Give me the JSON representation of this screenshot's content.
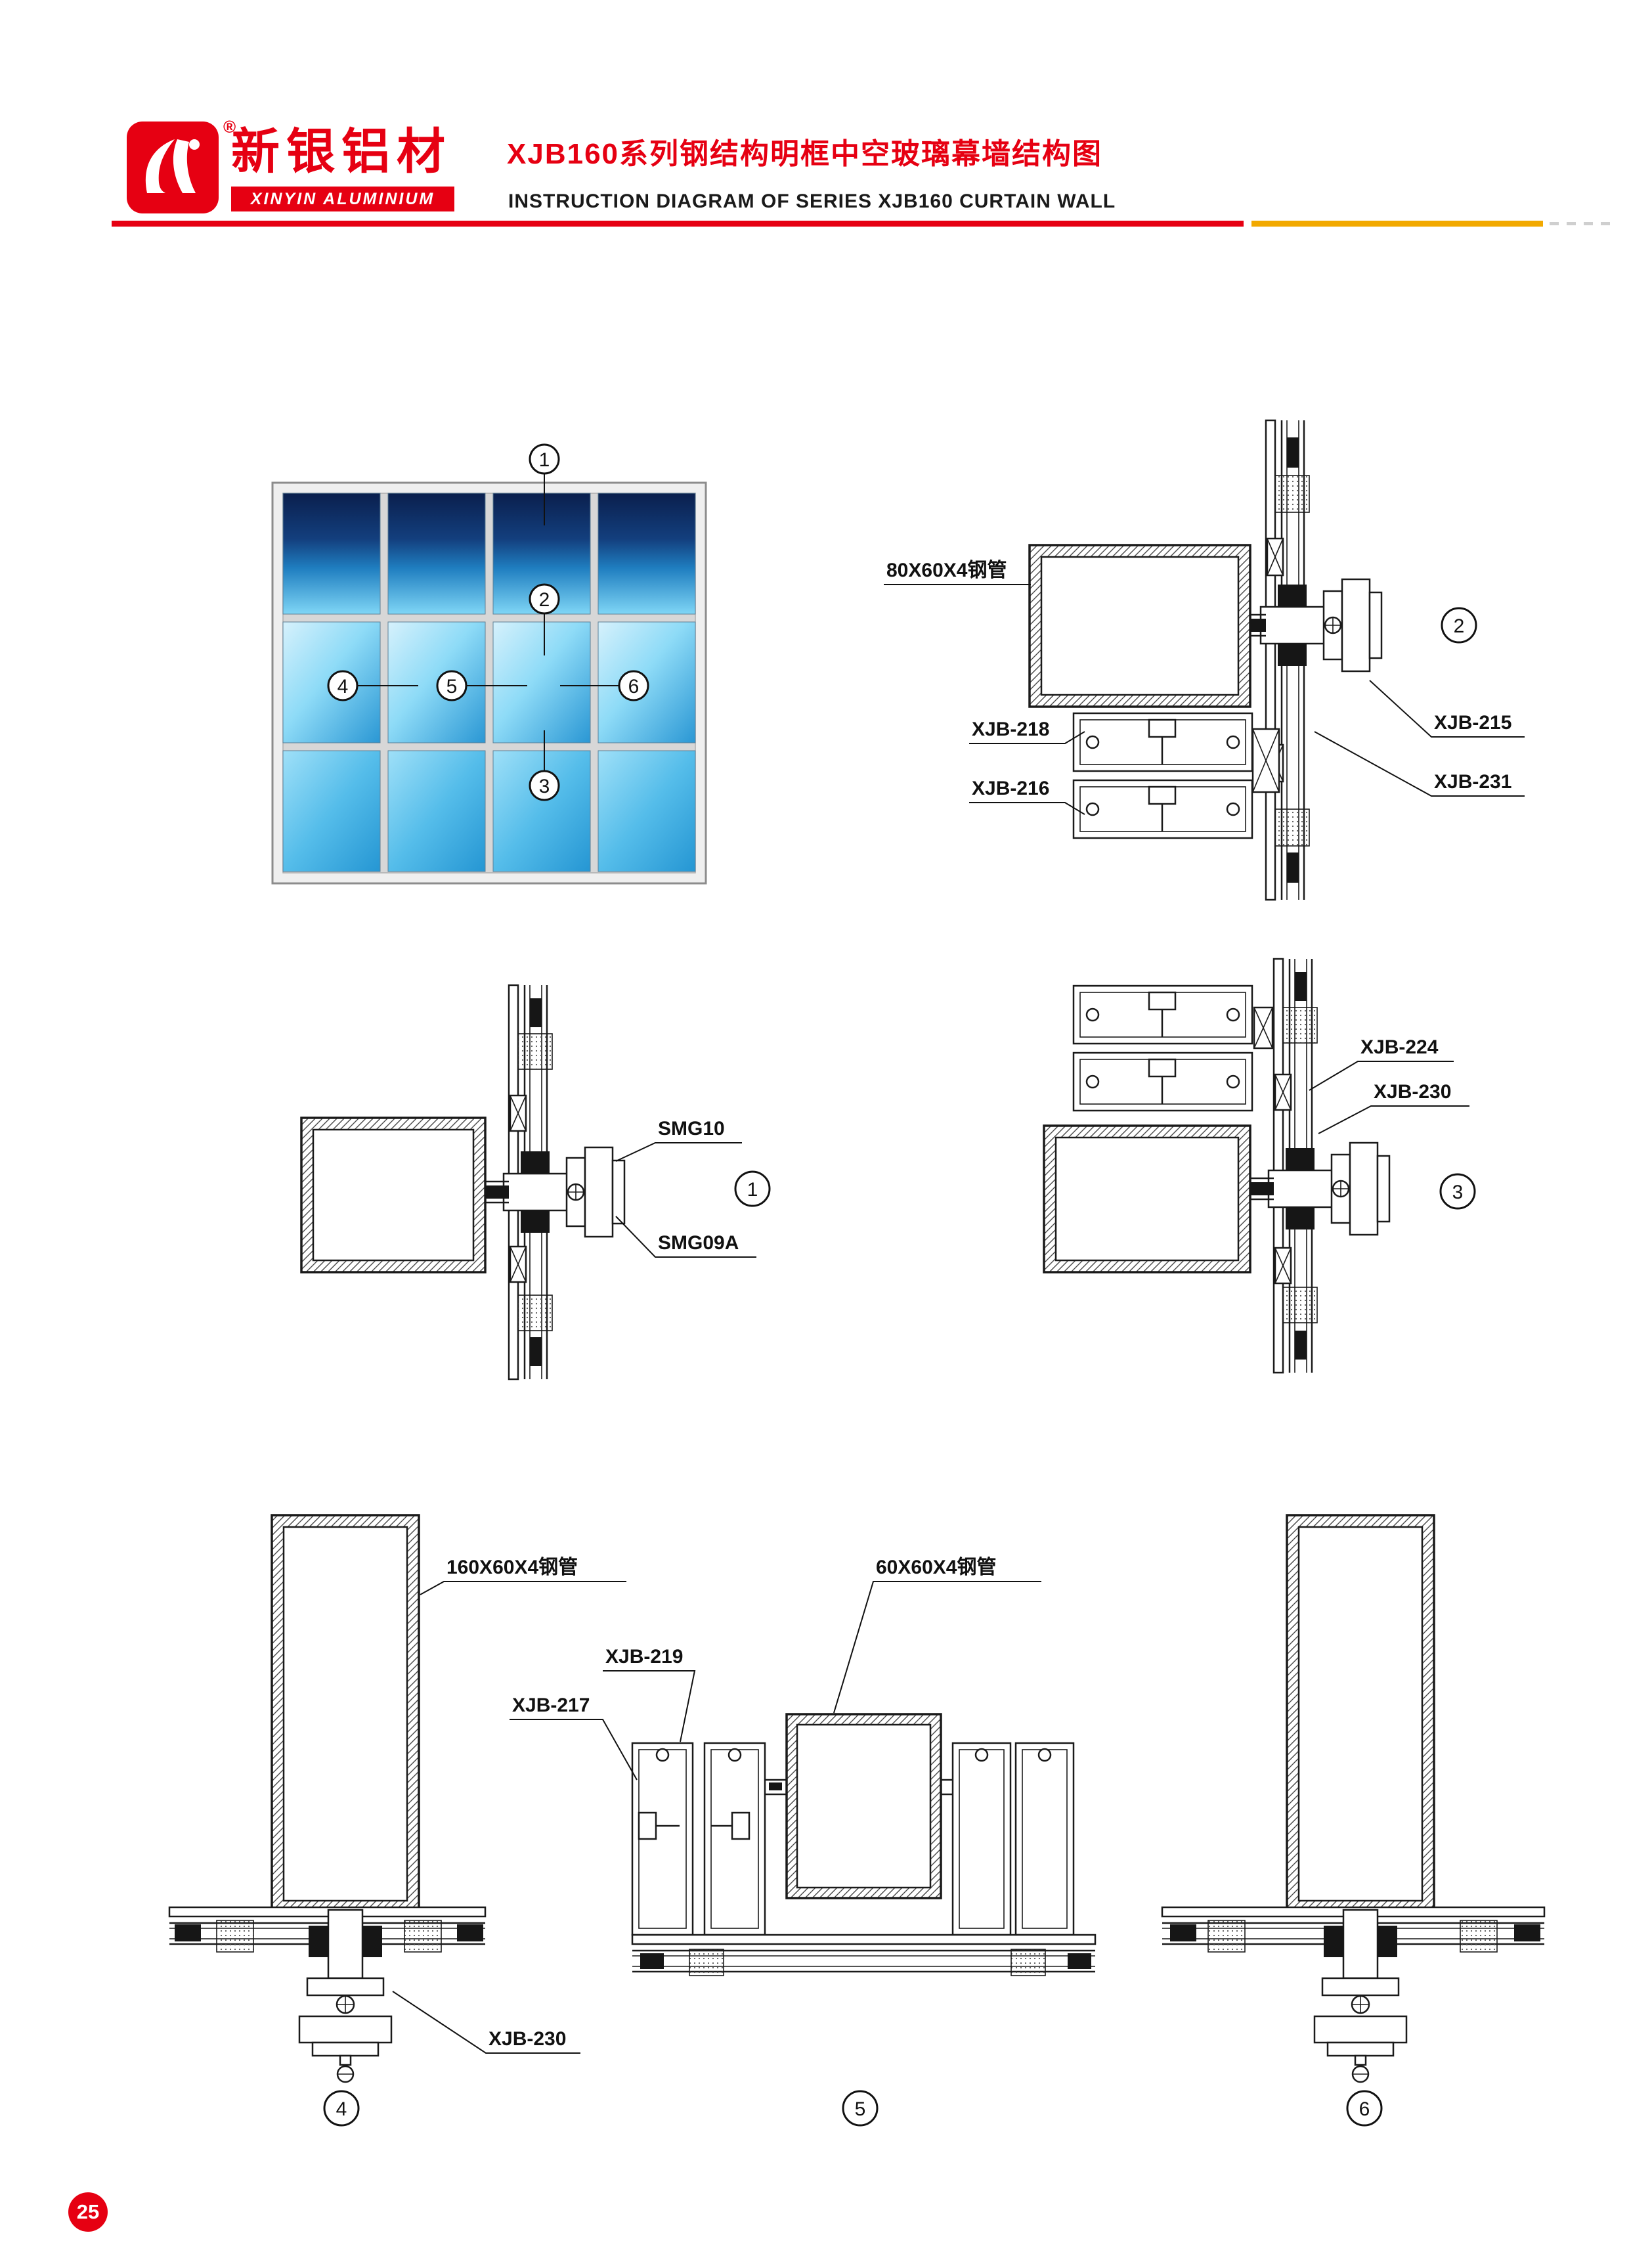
{
  "page": {
    "background": "#ffffff",
    "footer": {
      "page_number": "25"
    }
  },
  "header": {
    "logo": {
      "brand_cn": "新银铝材",
      "brand_en": "XINYIN ALUMINIUM",
      "registered_mark": "®"
    },
    "title_cn": "XJB160系列钢结构明框中空玻璃幕墙结构图",
    "title_en": "INSTRUCTION DIAGRAM OF SERIES XJB160 CURTAIN WALL",
    "rule_colors": {
      "red": "#e60012",
      "yellow": "#f2a900"
    }
  },
  "elevation": {
    "callouts": {
      "c1": "1",
      "c2": "2",
      "c3": "3",
      "c4": "4",
      "c5": "5",
      "c6": "6"
    },
    "glass_colors": {
      "row1_top": "#0a1f4d",
      "row1_bottom": "#7fd6f6",
      "row23_light": "#d6f1fc",
      "row23_deep": "#2596d3"
    }
  },
  "details": {
    "d1": {
      "callout": "1",
      "labels": {
        "smg10": "SMG10",
        "smg09a": "SMG09A"
      }
    },
    "d2": {
      "callout": "2",
      "labels": {
        "tube": "80X60X4钢管",
        "xjb218": "XJB-218",
        "xjb216": "XJB-216",
        "xjb215": "XJB-215",
        "xjb231": "XJB-231"
      }
    },
    "d3": {
      "callout": "3",
      "labels": {
        "xjb224": "XJB-224",
        "xjb230": "XJB-230"
      }
    },
    "d4": {
      "callout": "4",
      "labels": {
        "tube": "160X60X4钢管",
        "xjb230": "XJB-230"
      }
    },
    "d5": {
      "callout": "5",
      "labels": {
        "xjb219": "XJB-219",
        "xjb217": "XJB-217",
        "tube": "60X60X4钢管"
      }
    },
    "d6": {
      "callout": "6"
    }
  }
}
